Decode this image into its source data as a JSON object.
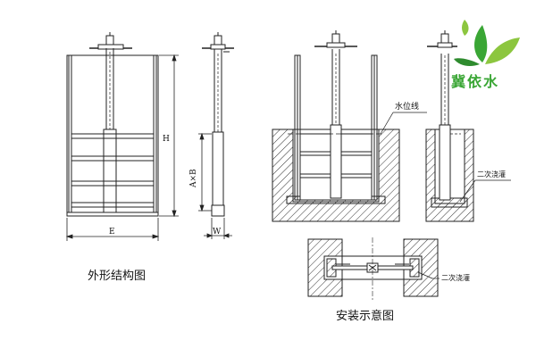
{
  "logo": {
    "text": "冀依水",
    "icon": "leaf-logo-icon",
    "color": "#3aa635"
  },
  "front_view": {
    "dim_e": "E",
    "dim_h": "H"
  },
  "side_view": {
    "dim_axb": "A×B",
    "dim_w": "W"
  },
  "install_view": {
    "water_level": "水位线",
    "grout_side": "二次浇灌",
    "grout_plan": "二次浇灌"
  },
  "captions": {
    "exterior": "外形结构图",
    "installation": "安装示意图"
  }
}
